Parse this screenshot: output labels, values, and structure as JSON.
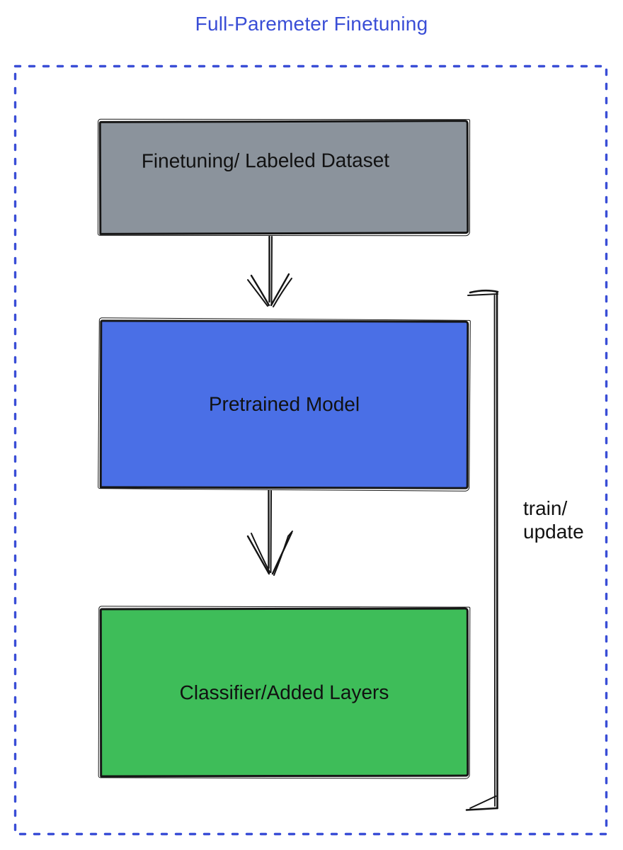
{
  "title": {
    "text": "Full-Paremeter Finetuning",
    "color": "#3a4ed6"
  },
  "frame": {
    "style": "dotted",
    "color": "#3a4ed6"
  },
  "nodes": [
    {
      "id": "finetuning-labeled-dataset",
      "label": "Finetuning/ Labeled Dataset",
      "fill": "#8b939c"
    },
    {
      "id": "pretrained-model",
      "label": "Pretrained Model",
      "fill": "#4a6fe6"
    },
    {
      "id": "classifier-added-layers",
      "label": "Classifier/Added Layers",
      "fill": "#3ebd59"
    }
  ],
  "edges": [
    {
      "from": "finetuning-labeled-dataset",
      "to": "pretrained-model",
      "type": "arrow"
    },
    {
      "from": "pretrained-model",
      "to": "classifier-added-layers",
      "type": "arrow"
    }
  ],
  "bracket": {
    "label_lines": [
      "train/",
      "update"
    ],
    "spans": "pretrained-model and classifier-added-layers",
    "ink_color": "#141414"
  }
}
